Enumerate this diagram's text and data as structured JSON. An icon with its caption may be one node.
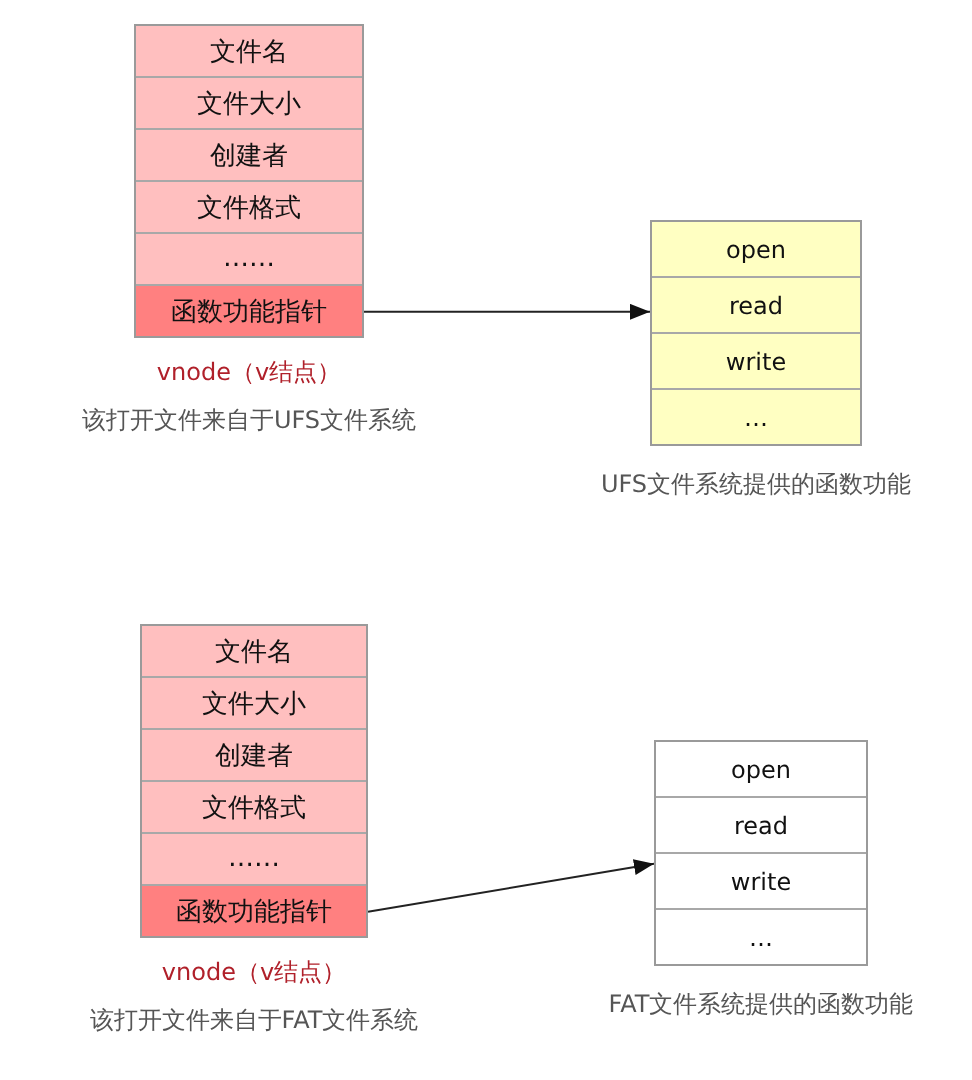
{
  "diagram": {
    "nodes": [
      {
        "text": [],
        "shape": "box",
        "beside": [
          "vnode（v结点）",
          "该打开文件来自于UFS文件系统"
        ]
      },
      {
        "text": [
          "文件名"
        ],
        "in": 0
      },
      {
        "text": [
          "文件大小"
        ],
        "in": 0
      },
      {
        "text": [
          "创建者"
        ],
        "in": 0
      },
      {
        "text": [
          "文件格式"
        ],
        "in": 0
      },
      {
        "text": [
          "……"
        ],
        "in": 0
      },
      {
        "text": [
          "函数功能指针"
        ],
        "in": 0
      },
      {
        "text": [],
        "shape": "box",
        "beside": [
          "UFS文件系统提供的函数功能"
        ]
      },
      {
        "text": [
          "open"
        ],
        "in": 7
      },
      {
        "text": [
          "read"
        ],
        "in": 7
      },
      {
        "text": [
          "write"
        ],
        "in": 7
      },
      {
        "text": [
          "…"
        ],
        "in": 7
      },
      {
        "text": [],
        "shape": "box",
        "beside": [
          "vnode（v结点）",
          "该打开文件来自于FAT文件系统"
        ]
      },
      {
        "text": [
          "文件名"
        ],
        "in": 12
      },
      {
        "text": [
          "文件大小"
        ],
        "in": 12
      },
      {
        "text": [
          "创建者"
        ],
        "in": 12
      },
      {
        "text": [
          "文件格式"
        ],
        "in": 12
      },
      {
        "text": [
          "……"
        ],
        "in": 12
      },
      {
        "text": [
          "函数功能指针"
        ],
        "in": 12
      },
      {
        "text": [],
        "shape": "box",
        "beside": [
          "FAT文件系统提供的函数功能"
        ]
      },
      {
        "text": [
          "open"
        ],
        "in": 19
      },
      {
        "text": [
          "read"
        ],
        "in": 19
      },
      {
        "text": [
          "write"
        ],
        "in": 19
      },
      {
        "text": [
          "…"
        ],
        "in": 19
      }
    ],
    "edges": [
      {
        "from": 6,
        "to": 7,
        "arrow": "to"
      },
      {
        "from": 18,
        "to": 19,
        "arrow": "to"
      }
    ]
  }
}
